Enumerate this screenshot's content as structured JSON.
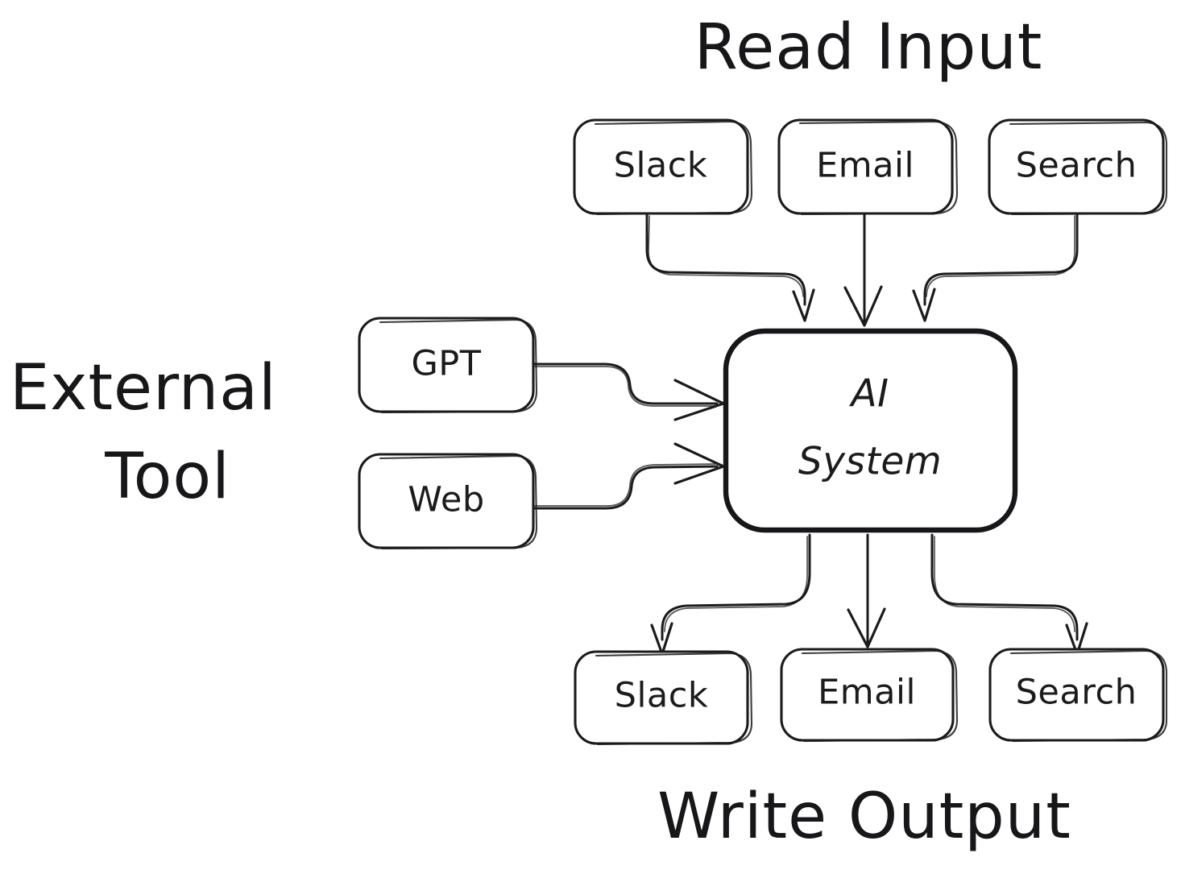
{
  "diagram": {
    "title_read_input": "Read Input",
    "title_external_tool_line1": "External",
    "title_external_tool_line2": "Tool",
    "title_write_output": "Write Output",
    "style": "hand-drawn-sketch",
    "stroke_color": "#1b1b1b",
    "background_color": "#ffffff",
    "central": {
      "line1": "AI",
      "line2": "System"
    },
    "inputs": [
      {
        "label": "Slack"
      },
      {
        "label": "Email"
      },
      {
        "label": "Search"
      }
    ],
    "tools": [
      {
        "label": "GPT"
      },
      {
        "label": "Web"
      }
    ],
    "outputs": [
      {
        "label": "Slack"
      },
      {
        "label": "Email"
      },
      {
        "label": "Search"
      }
    ]
  }
}
